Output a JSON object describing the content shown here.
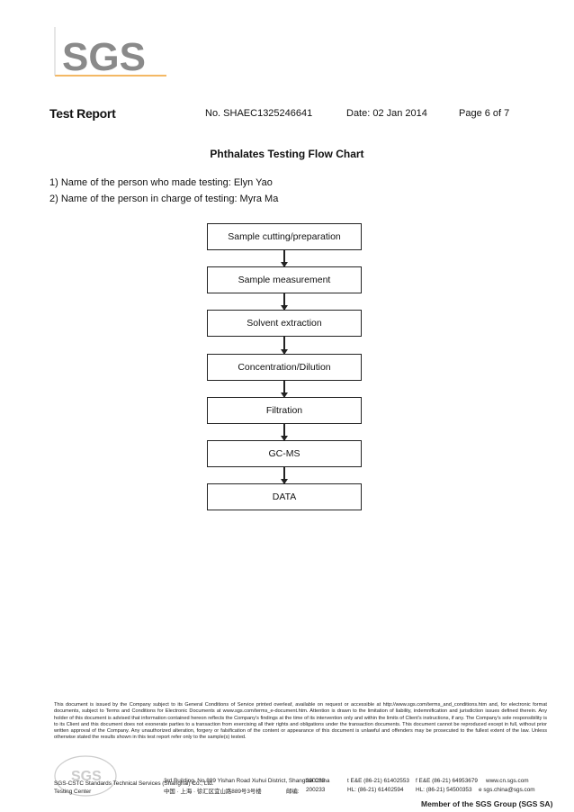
{
  "logo": {
    "text": "SGS"
  },
  "header": {
    "title": "Test Report",
    "report_no": "No. SHAEC1325246641",
    "date": "Date: 02 Jan 2014",
    "page": "Page 6 of 7"
  },
  "document_title": "Phthalates Testing Flow Chart",
  "info": [
    "1) Name of the person who made testing: Elyn Yao",
    "2) Name of the person in charge of testing: Myra Ma"
  ],
  "flow_steps": [
    "Sample cutting/preparation",
    "Sample measurement",
    "Solvent extraction",
    "Concentration/Dilution",
    "Filtration",
    "GC-MS",
    "DATA"
  ],
  "footer": {
    "disclaimer": "This document is issued by the Company subject to its General Conditions of Service printed overleaf, available on request or accessible at http://www.sgs.com/terms_and_conditions.htm and, for electronic format documents, subject to Terms and Conditions for Electronic Documents at www.sgs.com/terms_e-document.htm. Attention is drawn to the limitation of liability, indemnification and jurisdiction issues defined therein. Any holder of this document is advised that information contained hereon reflects the Company's findings at the time of its intervention only and within the limits of Client's instructions, if any. The Company's sole responsibility is to its Client and this document does not exonerate parties to a transaction from exercising all their rights and obligations under the transaction documents. This document cannot be reproduced except in full, without prior written approval of the Company. Any unauthorized alteration, forgery or falsification of the content or appearance of this document is unlawful and offenders may be prosecuted to the fullest extent of the law. Unless otherwise stated the results shown in this test report refer only to the sample(s) tested.",
    "address_en": "3rd Building, No.889 Yishan Road Xuhui District, Shanghai China",
    "postcode_en": "200233",
    "tel_en": "t E&E (86-21) 61402553",
    "fax_en": "f E&E (86-21) 64953679",
    "web": "www.cn.sgs.com",
    "address_cn": "中国 · 上海 · 徐汇区宜山路889号3号楼",
    "postcode_label_cn": "邮编:",
    "postcode_cn": "200233",
    "tel_cn": "HL: (86-21) 61402594",
    "fax_cn": "HL: (86-21) 54500353",
    "email": "e sgs.china@sgs.com",
    "stamp_line1": "SGS-CSTC Standards Technical Services (Shanghai) Co., Ltd.",
    "stamp_line2": "Testing Center",
    "member": "Member of the SGS Group (SGS SA)"
  }
}
